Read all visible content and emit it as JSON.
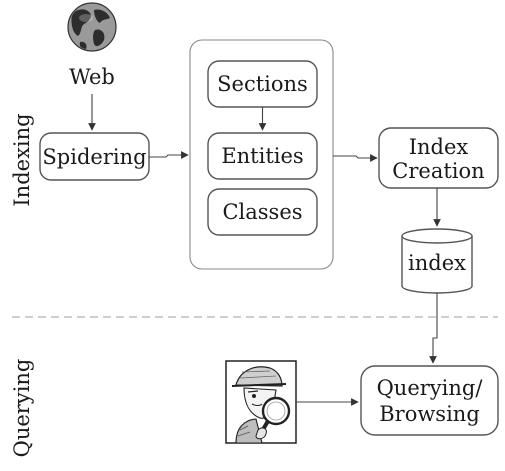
{
  "sections": {
    "indexing": "Indexing",
    "querying": "Querying"
  },
  "nodes": {
    "web": "Web",
    "spidering": "Spidering",
    "sections": "Sections",
    "entities": "Entities",
    "classes": "Classes",
    "index_creation": [
      "Index",
      "Creation"
    ],
    "index": "index",
    "querying_browsing": [
      "Querying/",
      "Browsing"
    ]
  },
  "icons": {
    "web": "globe-icon",
    "user": "detective-magnifier-icon"
  },
  "colors": {
    "stroke": "#555555",
    "separator": "#b0b0b0",
    "text": "#1a1a1a"
  }
}
